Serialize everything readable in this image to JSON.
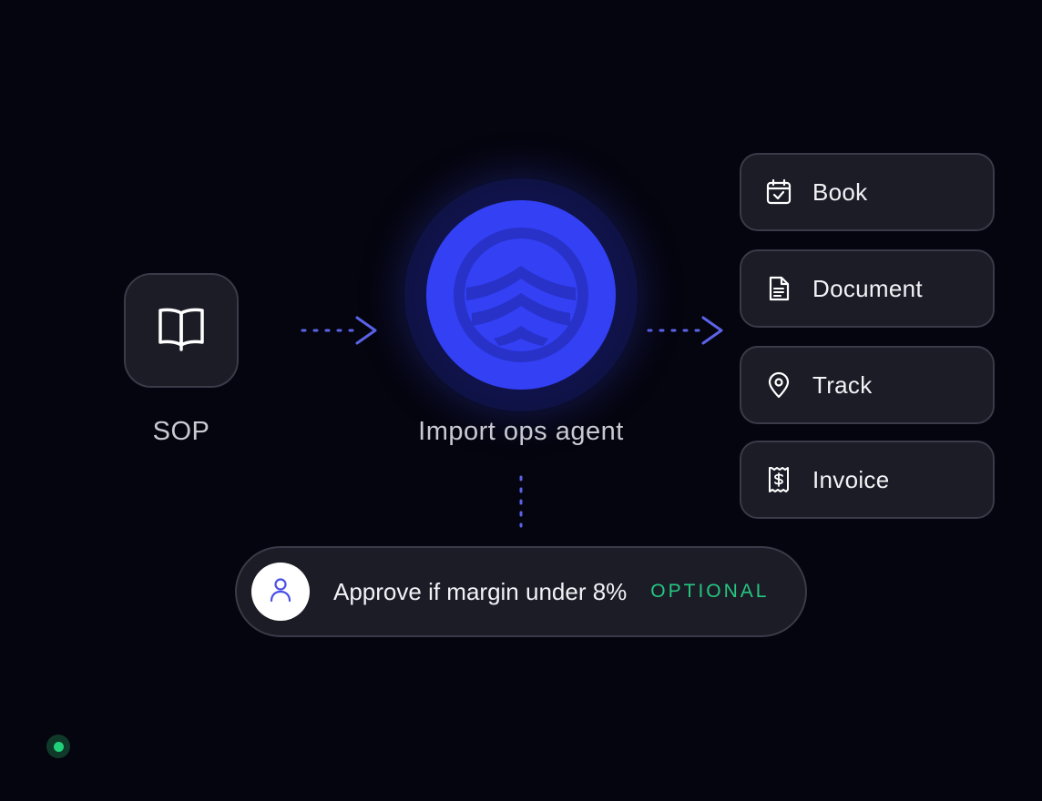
{
  "source": {
    "label": "SOP",
    "icon": "book-open-icon"
  },
  "agent": {
    "label": "Import ops agent",
    "icon": "agent-chevrons-logo"
  },
  "actions": [
    {
      "label": "Book",
      "icon": "calendar-check-icon"
    },
    {
      "label": "Document",
      "icon": "file-text-icon"
    },
    {
      "label": "Track",
      "icon": "map-pin-icon"
    },
    {
      "label": "Invoice",
      "icon": "receipt-dollar-icon"
    }
  ],
  "approval": {
    "text": "Approve if margin under 8%",
    "badge": "OPTIONAL",
    "icon": "user-icon"
  },
  "colors": {
    "background": "#05050f",
    "card": "#1c1c27",
    "card_border": "#3a3a48",
    "accent": "#3340f4",
    "connector": "#5b63e8",
    "optional": "#24c780",
    "status": "#22d07a"
  }
}
